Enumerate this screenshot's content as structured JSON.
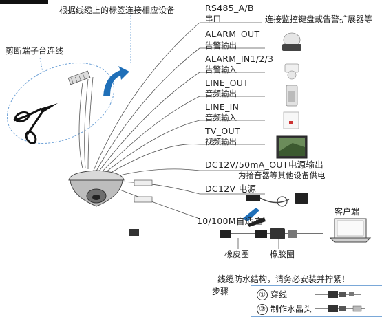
{
  "header": {
    "title": "根据线缆上的标签连接相应设备"
  },
  "left": {
    "cut_label": "剪断端子台连线"
  },
  "ports": [
    {
      "name": "RS485_A/B",
      "cn": "串口",
      "desc": "连接监控键盘或告警扩展器等"
    },
    {
      "name": "ALARM_OUT",
      "cn": "告警输出"
    },
    {
      "name": "ALARM_IN1/2/3",
      "cn": "告警输入"
    },
    {
      "name": "LINE_OUT",
      "cn": "音频输出"
    },
    {
      "name": "LINE_IN",
      "cn": "音频输入"
    },
    {
      "name": "TV_OUT",
      "cn": "视频输出"
    },
    {
      "name": "DC12V/50mA_OUT电源输出",
      "cn": "为拾音器等其他设备供电"
    },
    {
      "name": "DC12V 电源"
    },
    {
      "name": "10/100M自适应"
    }
  ],
  "labels": {
    "client": "客户端",
    "rubber_ring_left": "橡皮圈",
    "rubber_ring_right": "橡胶圈",
    "waterproof_note": "线缆防水结构，请务必安装并拧紧！",
    "steps_title": "步骤"
  },
  "steps": [
    {
      "num": "①",
      "text": "穿线"
    },
    {
      "num": "②",
      "text": "制作水晶头"
    }
  ],
  "colors": {
    "accent_blue": "#1f6fb8",
    "ellipse_blue": "#6a9fd6",
    "line_gray": "#555555"
  }
}
